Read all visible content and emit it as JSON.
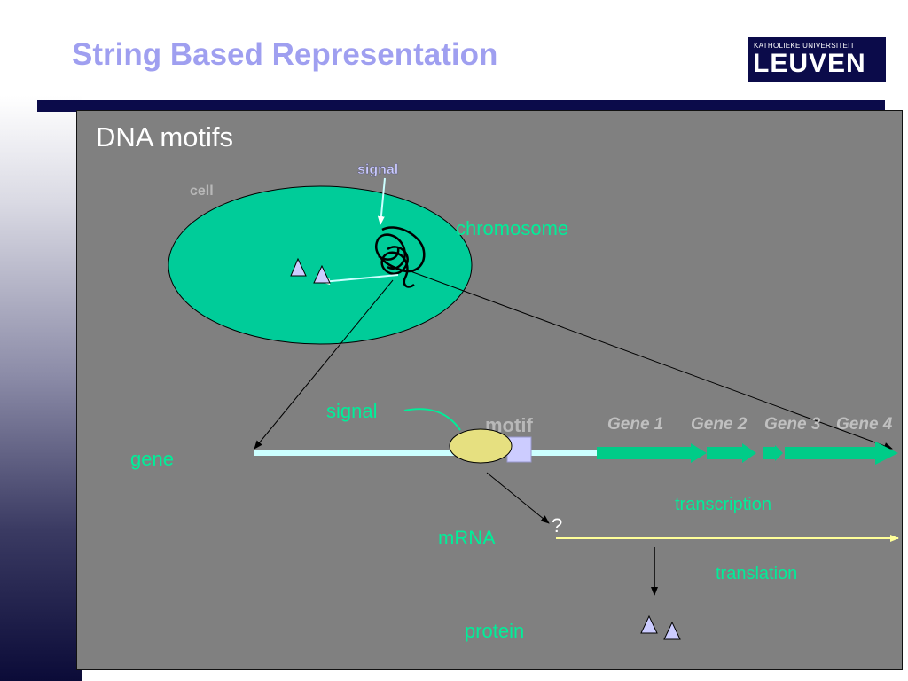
{
  "slide": {
    "title": "String Based Representation"
  },
  "logo": {
    "small_text": "KATHOLIEKE UNIVERSITEIT",
    "big_text": "LEUVEN"
  },
  "diagram": {
    "heading": "DNA motifs",
    "labels": {
      "signal_top": "signal",
      "cell": "cell",
      "chromosome": "chromosome",
      "signal": "signal",
      "motif": "motif",
      "gene": "gene",
      "gene1": "Gene 1",
      "gene2": "Gene 2",
      "gene3": "Gene 3",
      "gene4": "Gene 4",
      "transcription": "transcription",
      "question": "?",
      "mrna": "mRNA",
      "translation": "translation",
      "protein": "protein"
    },
    "colors": {
      "cell": "#00cc99",
      "green_text": "#00ee99",
      "gene_line": "#ccffff",
      "motif_box": "#ccccff",
      "signal_ellipse": "#e6e080",
      "mrna_line": "#ffff99",
      "triangle": "#ccccff",
      "background": "#808080",
      "title": "#9f9ff0",
      "bar": "#0b0b4a"
    }
  }
}
